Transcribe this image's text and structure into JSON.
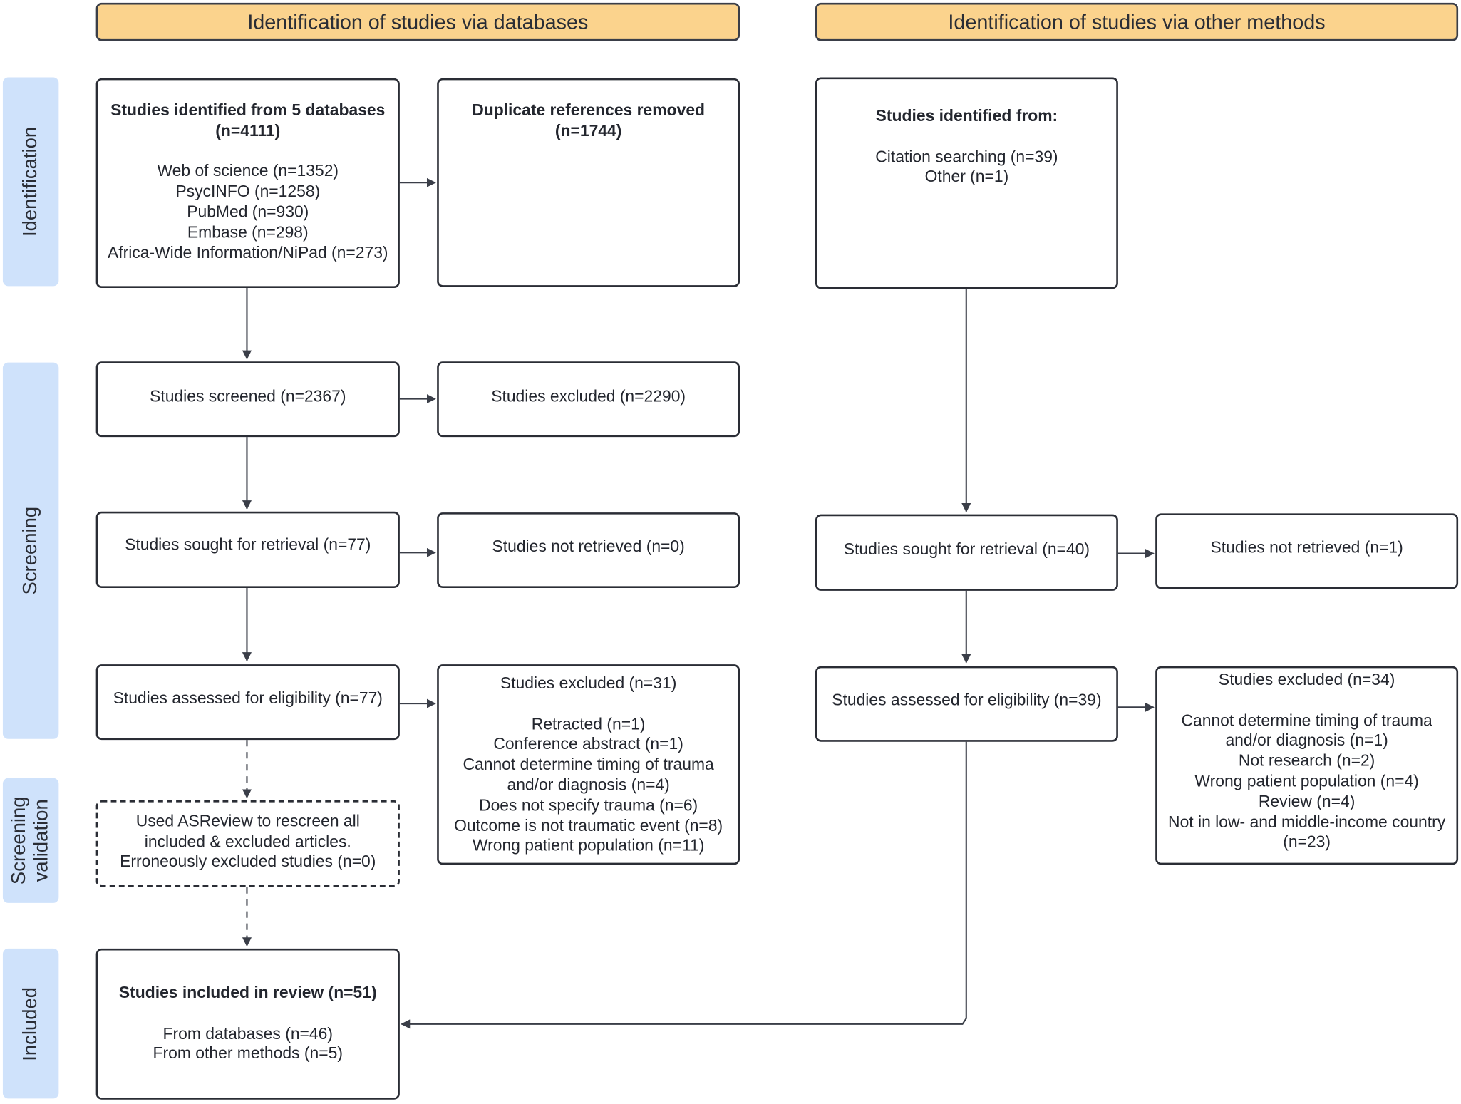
{
  "headers": {
    "databases": "Identification of studies via databases",
    "other": "Identification of studies via other methods"
  },
  "phases": {
    "identification": "Identification",
    "screening": "Screening",
    "validation_line1": "Screening",
    "validation_line2": "validation",
    "included": "Included"
  },
  "db_identified": {
    "title_line1": "Studies identified from 5 databases",
    "title_line2": "(n=4111)",
    "items": [
      "Web of science (n=1352)",
      "PsycINFO (n=1258)",
      "PubMed (n=930)",
      "Embase (n=298)",
      "Africa-Wide Information/NiPad (n=273)"
    ]
  },
  "duplicates": {
    "title_line1": "Duplicate references removed",
    "title_line2": "(n=1744)"
  },
  "other_identified": {
    "title": "Studies identified from:",
    "items": [
      "Citation searching (n=39)",
      "Other (n=1)"
    ]
  },
  "db_screened": "Studies screened (n=2367)",
  "db_excluded": "Studies excluded (n=2290)",
  "db_sought": "Studies sought for retrieval (n=77)",
  "db_not_retrieved": "Studies not retrieved (n=0)",
  "other_sought": "Studies sought for retrieval (n=40)",
  "other_not_retrieved": "Studies not retrieved (n=1)",
  "db_assessed": "Studies assessed for eligibility (n=77)",
  "db_excluded_eligibility": {
    "title": "Studies excluded (n=31)",
    "items": [
      "Retracted (n=1)",
      "Conference abstract (n=1)",
      "Cannot determine timing of trauma",
      "and/or diagnosis (n=4)",
      "Does not specify trauma (n=6)",
      "Outcome is not traumatic event (n=8)",
      "Wrong patient population (n=11)"
    ]
  },
  "other_assessed": "Studies assessed for eligibility (n=39)",
  "other_excluded_eligibility": {
    "title": "Studies excluded (n=34)",
    "items": [
      "Cannot determine timing of trauma",
      "and/or diagnosis (n=1)",
      "Not research (n=2)",
      "Wrong patient population (n=4)",
      "Review (n=4)",
      "Not in low- and middle-income country",
      "(n=23)"
    ]
  },
  "asreview": {
    "lines": [
      "Used ASReview to rescreen all",
      "included & excluded articles.",
      "Erroneously excluded studies (n=0)"
    ]
  },
  "included": {
    "title": "Studies included in review (n=51)",
    "items": [
      "From databases (n=46)",
      "From other methods (n=5)"
    ]
  }
}
